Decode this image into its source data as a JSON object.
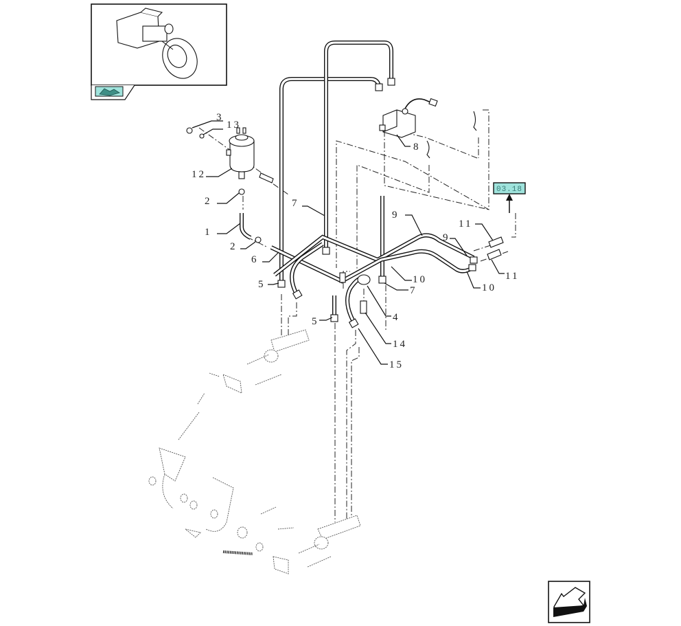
{
  "diagram": {
    "title": "Brake hydraulic pipes exploded view",
    "thumbnail": {
      "description": "Rear axle and wheel assembly preview",
      "nav_icon": "book-page-icon"
    },
    "reference_tag": {
      "label": "03.18"
    },
    "callouts": [
      {
        "id": "c3",
        "label": "3",
        "part": "bolt"
      },
      {
        "id": "c13",
        "label": "13",
        "part": "washer"
      },
      {
        "id": "c12",
        "label": "12",
        "part": "fluid-reservoir"
      },
      {
        "id": "c2a",
        "label": "2",
        "part": "hose-clamp"
      },
      {
        "id": "c1",
        "label": "1",
        "part": "reservoir-hose"
      },
      {
        "id": "c2b",
        "label": "2",
        "part": "hose-clamp"
      },
      {
        "id": "c6",
        "label": "6",
        "part": "pipe"
      },
      {
        "id": "c7a",
        "label": "7",
        "part": "brake-pipe"
      },
      {
        "id": "c5a",
        "label": "5",
        "part": "pipe-union"
      },
      {
        "id": "c5b",
        "label": "5",
        "part": "pipe-union"
      },
      {
        "id": "c8",
        "label": "8",
        "part": "brake-valve"
      },
      {
        "id": "c9a",
        "label": "9",
        "part": "brake-pipe"
      },
      {
        "id": "c9b",
        "label": "9",
        "part": "brake-pipe"
      },
      {
        "id": "c11a",
        "label": "11",
        "part": "connector"
      },
      {
        "id": "c11b",
        "label": "11",
        "part": "connector"
      },
      {
        "id": "c10a",
        "label": "10",
        "part": "brake-pipe"
      },
      {
        "id": "c10b",
        "label": "10",
        "part": "brake-pipe"
      },
      {
        "id": "c7b",
        "label": "7",
        "part": "brake-pipe"
      },
      {
        "id": "c4",
        "label": "4",
        "part": "tee-fitting"
      },
      {
        "id": "c14",
        "label": "14",
        "part": "pressure-switch"
      },
      {
        "id": "c15",
        "label": "15",
        "part": "banjo-union"
      }
    ],
    "nav": {
      "back_icon": "back-arrow-icon"
    }
  },
  "colors": {
    "accent": "#9fe3dc",
    "ink": "#111111"
  }
}
